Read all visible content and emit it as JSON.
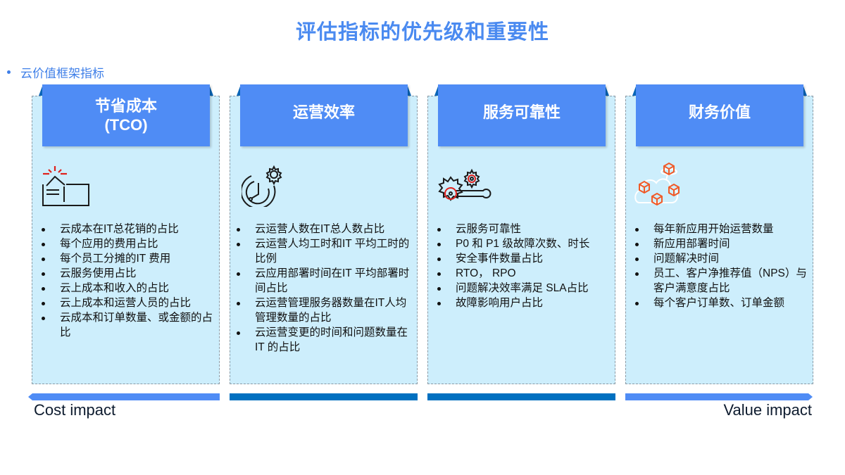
{
  "title": "评估指标的优先级和重要性",
  "subtitle": "云价值框架指标",
  "columns": [
    {
      "header": [
        "节省成本",
        "(TCO)"
      ],
      "icon": "wallet-alert-icon",
      "bullets": [
        "云成本在IT总花销的占比",
        "每个应用的费用占比",
        "每个员工分摊的IT 费用",
        "云服务使用占比",
        "云上成本和收入的占比",
        "云上成本和运营人员的占比",
        "云成本和订单数量、或金额的占比"
      ]
    },
    {
      "header": [
        "运营效率"
      ],
      "icon": "clock-gear-icon",
      "bullets": [
        "云运营人数在IT总人数占比",
        "云运营人均工时和IT 平均工时的比例",
        "云应用部署时间在IT 平均部署时间占比",
        "云运营管理服务器数量在IT人均管理数量的占比",
        "云运营变更的时间和问题数量在 IT 的占比"
      ]
    },
    {
      "header": [
        "服务可靠性"
      ],
      "icon": "gears-wrench-icon",
      "bullets": [
        "云服务可靠性",
        "P0 和 P1 级故障次数、时长",
        "安全事件数量占比",
        "RTO， RPO",
        "问题解决效率满足 SLA占比",
        "故障影响用户占比"
      ]
    },
    {
      "header": [
        "财务价值"
      ],
      "icon": "cloud-cubes-icon",
      "bullets": [
        "每年新应用开始运营数量",
        "新应用部署时间",
        "问题解决时间",
        "员工、客户净推荐值（NPS）与客户满意度占比",
        "每个客户订单数、订单金额"
      ]
    }
  ],
  "axis": {
    "left_label": "Cost impact",
    "right_label": "Value impact"
  },
  "colors": {
    "title": "#4a8af0",
    "header_bg": "#4f8cf5",
    "column_bg": "#cdeefc",
    "bar_light": "#4f8cf5",
    "bar_dark": "#0070c0",
    "icon_accent_red": "#e0201b",
    "icon_accent_orange": "#f05a28"
  }
}
